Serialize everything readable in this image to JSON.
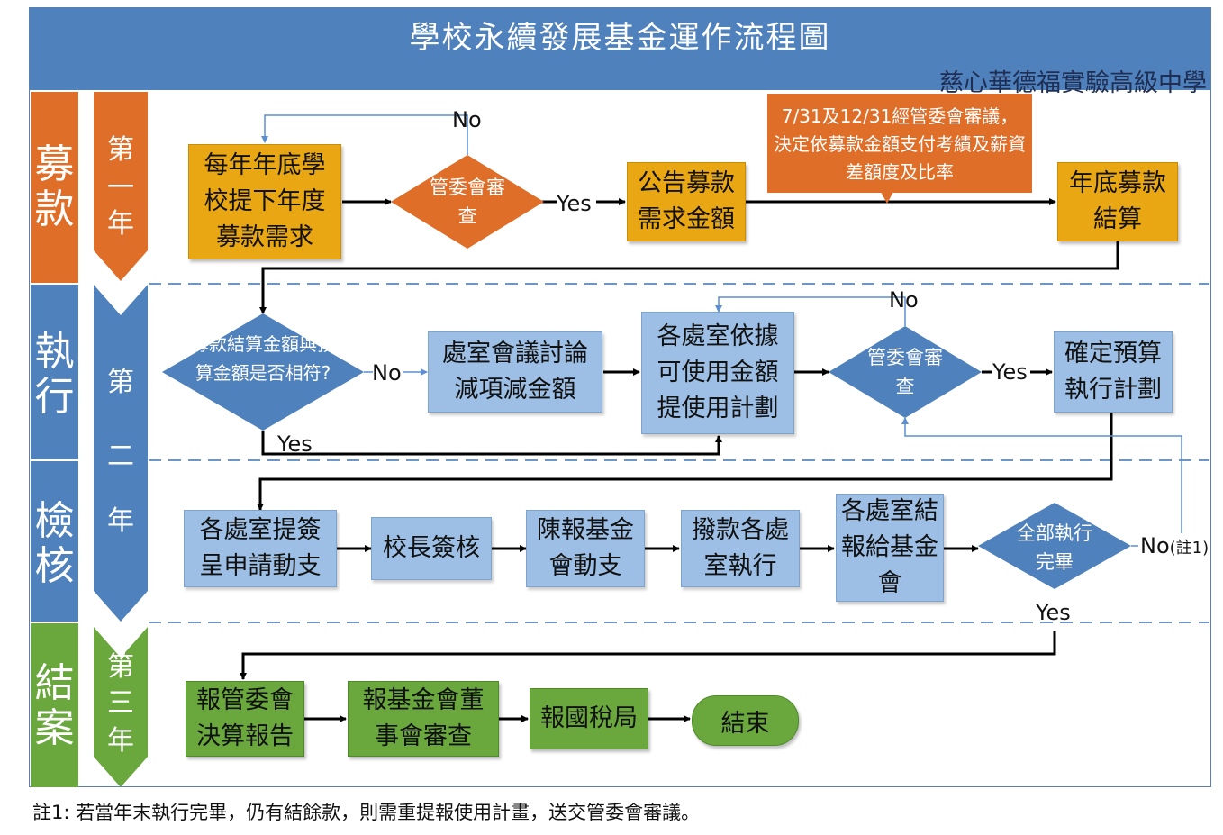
{
  "header": {
    "title": "學校永續發展基金運作流程圖",
    "subtitle": "慈心華德福實驗高級中學"
  },
  "colors": {
    "title_blue": "#4f81bd",
    "orange": "#df6e29",
    "gold": "#e8a713",
    "light_blue": "#9dbfe5",
    "green": "#6aa83e"
  },
  "phases": {
    "fundraising": "募款",
    "execution": "執行",
    "review": "檢核",
    "closing": "結案"
  },
  "years": {
    "year1": [
      "第",
      "一",
      "年"
    ],
    "year2": [
      "第",
      "二",
      "年"
    ],
    "year3": [
      "第",
      "三",
      "年"
    ]
  },
  "nodes": {
    "yearend_need": "每年年底學校提下年度募款需求",
    "committee_review_1": "管委會審查",
    "announce_amount": "公告募款需求金額",
    "note_review": "7/31及12/31經管委會審議，決定依募款金額支付考績及薪資差額度及比率",
    "yearend_settle": "年底募款結算",
    "match_check": "募款結算金額與預算金額是否相符?",
    "office_meeting": "處室會議討論減項減金額",
    "office_plan": "各處室依據可使用金額提使用計劃",
    "committee_review_2": "管委會審查",
    "confirm_budget": "確定預算執行計劃",
    "office_request": "各處室提簽呈申請動支",
    "principal_sign": "校長簽核",
    "report_fund": "陳報基金會動支",
    "allocate": "撥款各處室執行",
    "office_report": "各處室結報給基金會",
    "all_done": "全部執行完畢",
    "report_committee": "報管委會決算報告",
    "fund_board": "報基金會董事會審查",
    "tax_bureau": "報國稅局",
    "end": "結束"
  },
  "labels": {
    "no_1": "No",
    "yes_1": "Yes",
    "no_2": "No",
    "yes_2": "Yes",
    "no_3": "No",
    "yes_3": "Yes",
    "no_4": "No",
    "no_4_note": "(註1)",
    "yes_4": "Yes"
  },
  "footnote": "註1: 若當年末執行完畢，仍有結餘款，則需重提報使用計畫，送交管委會審議。"
}
